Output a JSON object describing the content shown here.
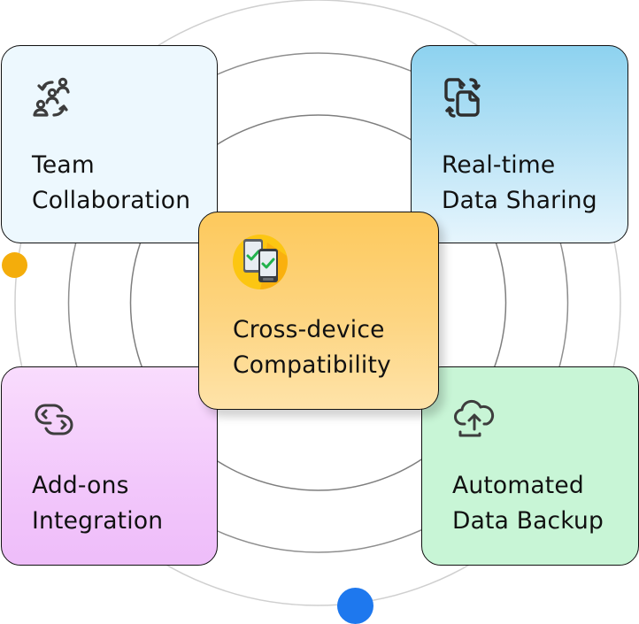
{
  "features": {
    "team_collaboration": {
      "lines": [
        "Team",
        "Collaboration"
      ],
      "icon": "team-collaboration-icon"
    },
    "realtime_sharing": {
      "lines": [
        "Real-time",
        "Data Sharing"
      ],
      "icon": "file-sync-icon"
    },
    "cross_device": {
      "lines": [
        "Cross-device",
        "Compatibility"
      ],
      "icon": "devices-check-icon"
    },
    "addons_integration": {
      "lines": [
        "Add-ons",
        "Integration"
      ],
      "icon": "link-icon"
    },
    "data_backup": {
      "lines": [
        "Automated",
        "Data Backup"
      ],
      "icon": "cloud-upload-icon"
    }
  },
  "colors": {
    "team_card": "#edf8fe",
    "realtime_card_top": "#8dd2ef",
    "cross_card_top": "#fdc95c",
    "addons_card": "#f2c7fb",
    "backup_card": "#c8f5d6",
    "orange_dot": "#f4ad0b",
    "blue_dot": "#1e78ee",
    "icon_stroke": "#3d3d3d"
  }
}
